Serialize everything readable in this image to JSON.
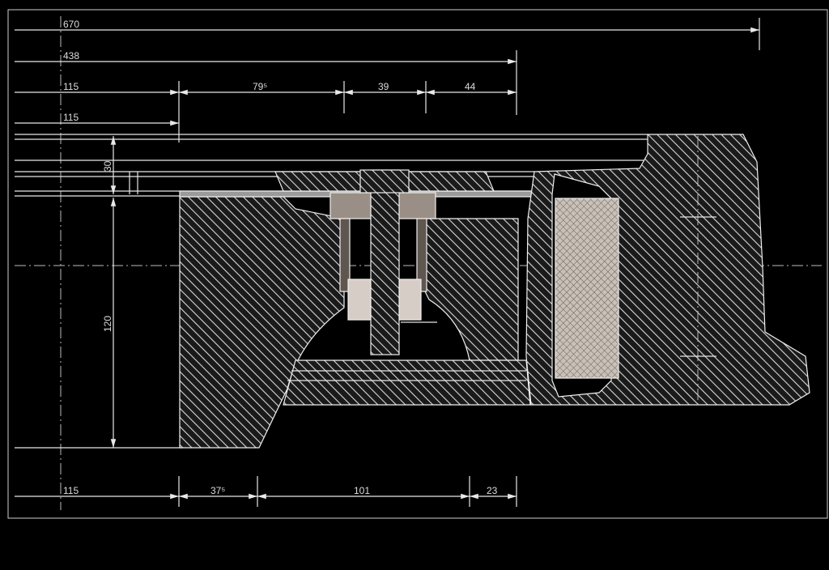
{
  "drawing": {
    "dimensions": {
      "overall": "670",
      "mid": "438",
      "left_offset_a": "115",
      "left_offset_b": "115",
      "left_offset_c": "115",
      "seg_a": "79⁵",
      "seg_b": "39",
      "seg_c": "44",
      "bottom_a": "37⁵",
      "bottom_b": "101",
      "bottom_c": "23",
      "height_small": "30",
      "height_large": "120"
    },
    "colors": {
      "background": "#000000",
      "line": "#e8e8e8",
      "hatch": "#d8d8d8",
      "insert_tan": "#9a8f86",
      "insert_light": "#d6cdc6"
    }
  }
}
